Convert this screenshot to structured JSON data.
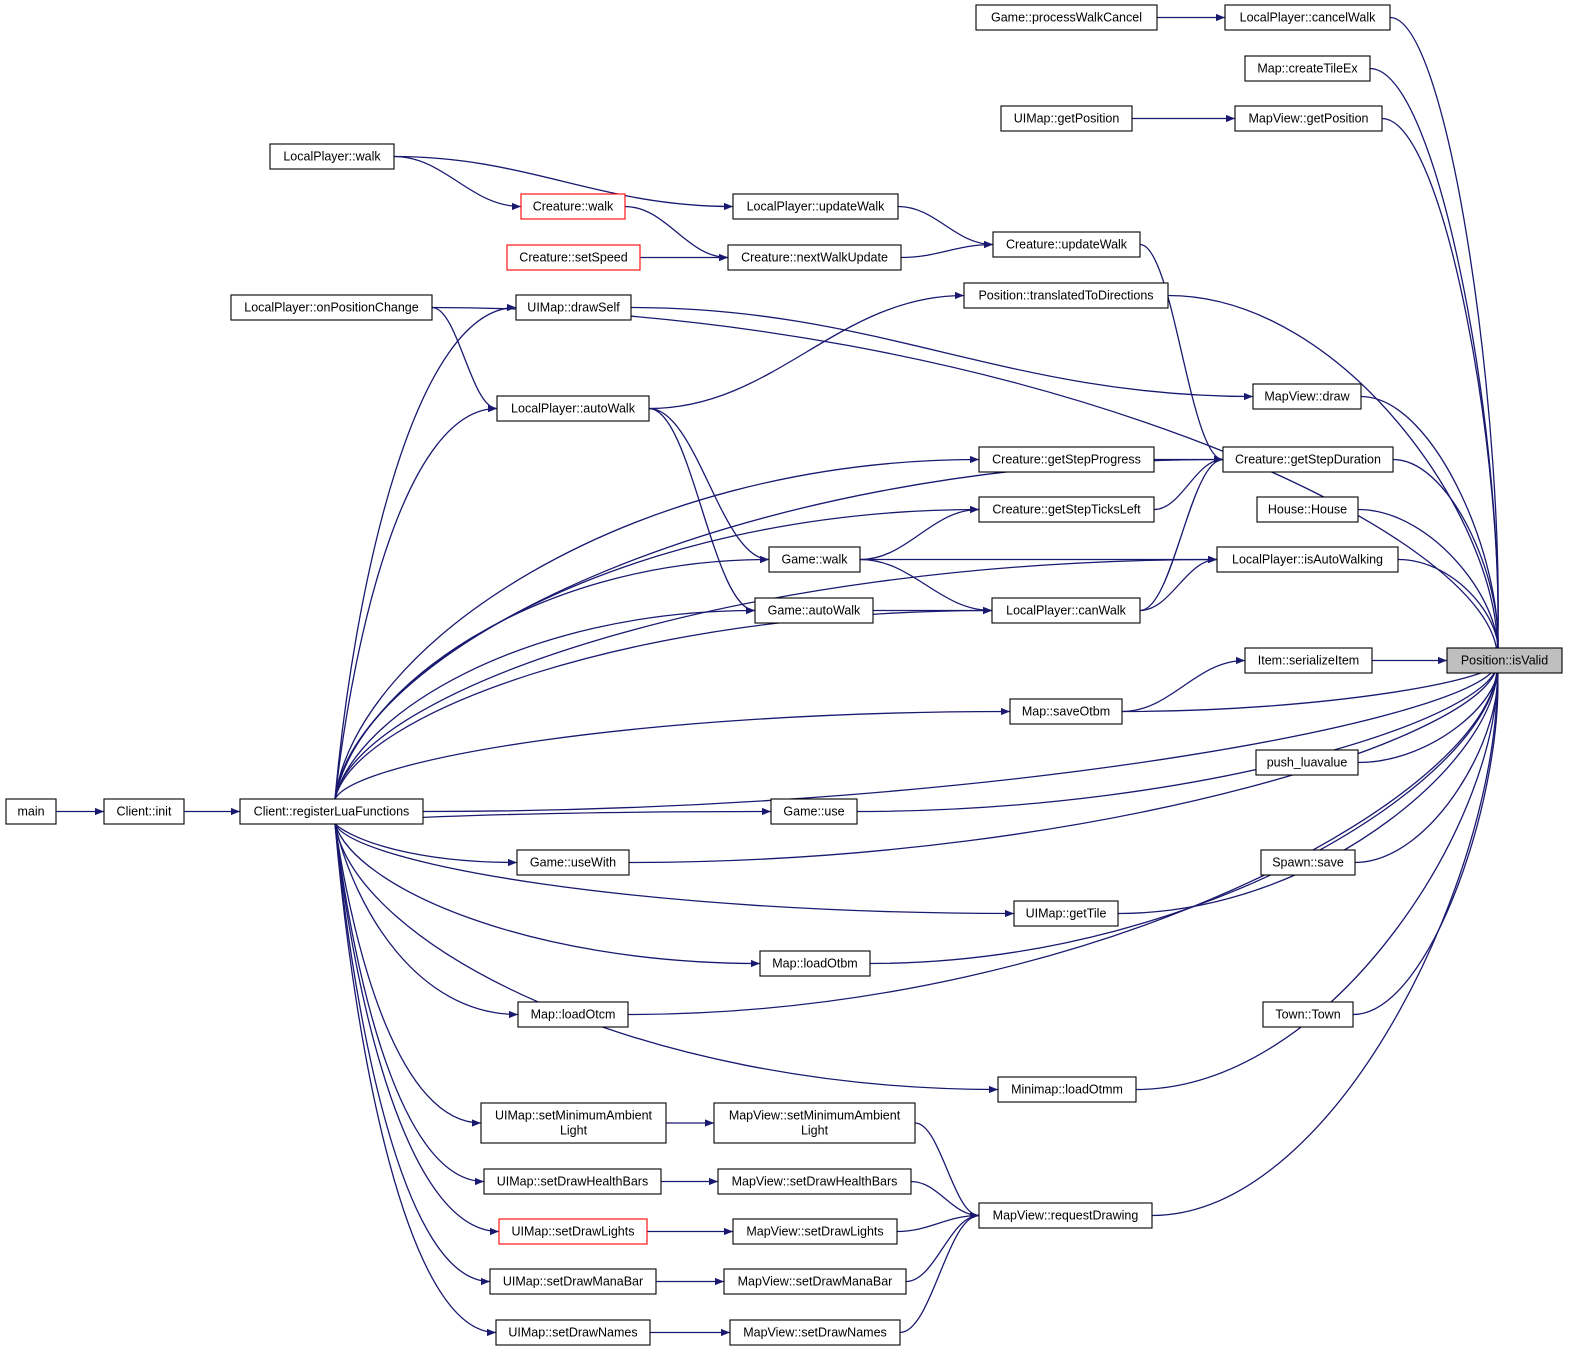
{
  "nodes": [
    {
      "id": "root",
      "lines": [
        "Position::isValid"
      ],
      "style": "root"
    },
    {
      "id": "cancelWalk",
      "lines": [
        "LocalPlayer::cancelWalk"
      ]
    },
    {
      "id": "processWalkCancel",
      "lines": [
        "Game::processWalkCancel"
      ]
    },
    {
      "id": "createTileEx",
      "lines": [
        "Map::createTileEx"
      ]
    },
    {
      "id": "mvGetPosition",
      "lines": [
        "MapView::getPosition"
      ]
    },
    {
      "id": "umGetPosition",
      "lines": [
        "UIMap::getPosition"
      ]
    },
    {
      "id": "lpWalk",
      "lines": [
        "LocalPlayer::walk"
      ]
    },
    {
      "id": "crWalk",
      "lines": [
        "Creature::walk"
      ],
      "style": "red"
    },
    {
      "id": "lpUpdateWalk",
      "lines": [
        "LocalPlayer::updateWalk"
      ]
    },
    {
      "id": "crUpdateWalk",
      "lines": [
        "Creature::updateWalk"
      ]
    },
    {
      "id": "crSetSpeed",
      "lines": [
        "Creature::setSpeed"
      ],
      "style": "red"
    },
    {
      "id": "crNextWalkUpdate",
      "lines": [
        "Creature::nextWalkUpdate"
      ]
    },
    {
      "id": "posTranslated",
      "lines": [
        "Position::translatedToDirections"
      ]
    },
    {
      "id": "lpOnPositionChange",
      "lines": [
        "LocalPlayer::onPositionChange"
      ]
    },
    {
      "id": "umDrawSelf",
      "lines": [
        "UIMap::drawSelf"
      ]
    },
    {
      "id": "mvDraw",
      "lines": [
        "MapView::draw"
      ]
    },
    {
      "id": "lpAutoWalk",
      "lines": [
        "LocalPlayer::autoWalk"
      ]
    },
    {
      "id": "crGetStepProgress",
      "lines": [
        "Creature::getStepProgress"
      ]
    },
    {
      "id": "crGetStepDuration",
      "lines": [
        "Creature::getStepDuration"
      ]
    },
    {
      "id": "crGetStepTicksLeft",
      "lines": [
        "Creature::getStepTicksLeft"
      ]
    },
    {
      "id": "houseHouse",
      "lines": [
        "House::House"
      ]
    },
    {
      "id": "gameWalk",
      "lines": [
        "Game::walk"
      ]
    },
    {
      "id": "lpIsAutoWalking",
      "lines": [
        "LocalPlayer::isAutoWalking"
      ]
    },
    {
      "id": "gameAutoWalk",
      "lines": [
        "Game::autoWalk"
      ]
    },
    {
      "id": "lpCanWalk",
      "lines": [
        "LocalPlayer::canWalk"
      ]
    },
    {
      "id": "itemSerialize",
      "lines": [
        "Item::serializeItem"
      ]
    },
    {
      "id": "mapSaveOtbm",
      "lines": [
        "Map::saveOtbm"
      ]
    },
    {
      "id": "pushLuavalue",
      "lines": [
        "push_luavalue"
      ]
    },
    {
      "id": "main",
      "lines": [
        "main"
      ]
    },
    {
      "id": "clientInit",
      "lines": [
        "Client::init"
      ]
    },
    {
      "id": "registerLua",
      "lines": [
        "Client::registerLuaFunctions"
      ]
    },
    {
      "id": "gameUse",
      "lines": [
        "Game::use"
      ]
    },
    {
      "id": "gameUseWith",
      "lines": [
        "Game::useWith"
      ]
    },
    {
      "id": "spawnSave",
      "lines": [
        "Spawn::save"
      ]
    },
    {
      "id": "umGetTile",
      "lines": [
        "UIMap::getTile"
      ]
    },
    {
      "id": "mapLoadOtbm",
      "lines": [
        "Map::loadOtbm"
      ]
    },
    {
      "id": "mapLoadOtcm",
      "lines": [
        "Map::loadOtcm"
      ]
    },
    {
      "id": "townTown",
      "lines": [
        "Town::Town"
      ]
    },
    {
      "id": "minimapLoadOtmm",
      "lines": [
        "Minimap::loadOtmm"
      ]
    },
    {
      "id": "umSetMinAmbient",
      "lines": [
        "UIMap::setMinimumAmbient",
        "Light"
      ]
    },
    {
      "id": "mvSetMinAmbient",
      "lines": [
        "MapView::setMinimumAmbient",
        "Light"
      ]
    },
    {
      "id": "umSetHealthBars",
      "lines": [
        "UIMap::setDrawHealthBars"
      ]
    },
    {
      "id": "mvSetHealthBars",
      "lines": [
        "MapView::setDrawHealthBars"
      ]
    },
    {
      "id": "mvRequestDrawing",
      "lines": [
        "MapView::requestDrawing"
      ]
    },
    {
      "id": "umSetLights",
      "lines": [
        "UIMap::setDrawLights"
      ],
      "style": "red"
    },
    {
      "id": "mvSetLights",
      "lines": [
        "MapView::setDrawLights"
      ]
    },
    {
      "id": "umSetManaBar",
      "lines": [
        "UIMap::setDrawManaBar"
      ]
    },
    {
      "id": "mvSetManaBar",
      "lines": [
        "MapView::setDrawManaBar"
      ]
    },
    {
      "id": "umSetNames",
      "lines": [
        "UIMap::setDrawNames"
      ]
    },
    {
      "id": "mvSetNames",
      "lines": [
        "MapView::setDrawNames"
      ]
    }
  ],
  "edges": [
    [
      "processWalkCancel",
      "cancelWalk"
    ],
    [
      "cancelWalk",
      "root"
    ],
    [
      "createTileEx",
      "root"
    ],
    [
      "umGetPosition",
      "mvGetPosition"
    ],
    [
      "mvGetPosition",
      "root"
    ],
    [
      "lpWalk",
      "crWalk"
    ],
    [
      "lpWalk",
      "lpUpdateWalk"
    ],
    [
      "crWalk",
      "crNextWalkUpdate"
    ],
    [
      "crSetSpeed",
      "crNextWalkUpdate"
    ],
    [
      "lpUpdateWalk",
      "crUpdateWalk"
    ],
    [
      "crNextWalkUpdate",
      "crUpdateWalk"
    ],
    [
      "crUpdateWalk",
      "crGetStepDuration"
    ],
    [
      "posTranslated",
      "root"
    ],
    [
      "lpOnPositionChange",
      "root"
    ],
    [
      "lpOnPositionChange",
      "lpAutoWalk"
    ],
    [
      "umDrawSelf",
      "mvDraw"
    ],
    [
      "mvDraw",
      "root"
    ],
    [
      "lpAutoWalk",
      "posTranslated"
    ],
    [
      "lpAutoWalk",
      "gameWalk"
    ],
    [
      "lpAutoWalk",
      "gameAutoWalk"
    ],
    [
      "crGetStepProgress",
      "crGetStepDuration"
    ],
    [
      "crGetStepDuration",
      "root"
    ],
    [
      "crGetStepTicksLeft",
      "crGetStepDuration"
    ],
    [
      "houseHouse",
      "root"
    ],
    [
      "gameWalk",
      "crGetStepTicksLeft"
    ],
    [
      "gameWalk",
      "lpIsAutoWalking"
    ],
    [
      "gameWalk",
      "lpCanWalk"
    ],
    [
      "gameAutoWalk",
      "lpCanWalk"
    ],
    [
      "lpCanWalk",
      "crGetStepDuration"
    ],
    [
      "lpCanWalk",
      "lpIsAutoWalking"
    ],
    [
      "lpIsAutoWalking",
      "root"
    ],
    [
      "itemSerialize",
      "root"
    ],
    [
      "mapSaveOtbm",
      "itemSerialize"
    ],
    [
      "mapSaveOtbm",
      "root"
    ],
    [
      "pushLuavalue",
      "root"
    ],
    [
      "main",
      "clientInit"
    ],
    [
      "clientInit",
      "registerLua"
    ],
    [
      "registerLua",
      "umDrawSelf"
    ],
    [
      "registerLua",
      "lpAutoWalk"
    ],
    [
      "registerLua",
      "crGetStepDuration"
    ],
    [
      "registerLua",
      "crGetStepProgress"
    ],
    [
      "registerLua",
      "crGetStepTicksLeft"
    ],
    [
      "registerLua",
      "gameWalk"
    ],
    [
      "registerLua",
      "gameAutoWalk"
    ],
    [
      "registerLua",
      "lpCanWalk"
    ],
    [
      "registerLua",
      "lpIsAutoWalking"
    ],
    [
      "registerLua",
      "mapSaveOtbm"
    ],
    [
      "registerLua",
      "root"
    ],
    [
      "registerLua",
      "gameUse"
    ],
    [
      "registerLua",
      "gameUseWith"
    ],
    [
      "registerLua",
      "umGetTile"
    ],
    [
      "registerLua",
      "mapLoadOtbm"
    ],
    [
      "registerLua",
      "mapLoadOtcm"
    ],
    [
      "registerLua",
      "minimapLoadOtmm"
    ],
    [
      "registerLua",
      "umSetMinAmbient"
    ],
    [
      "registerLua",
      "umSetHealthBars"
    ],
    [
      "registerLua",
      "umSetLights"
    ],
    [
      "registerLua",
      "umSetManaBar"
    ],
    [
      "registerLua",
      "umSetNames"
    ],
    [
      "gameUse",
      "root"
    ],
    [
      "gameUseWith",
      "root"
    ],
    [
      "spawnSave",
      "root"
    ],
    [
      "umGetTile",
      "root"
    ],
    [
      "mapLoadOtbm",
      "root"
    ],
    [
      "mapLoadOtcm",
      "root"
    ],
    [
      "townTown",
      "root"
    ],
    [
      "minimapLoadOtmm",
      "root"
    ],
    [
      "umSetMinAmbient",
      "mvSetMinAmbient"
    ],
    [
      "mvSetMinAmbient",
      "mvRequestDrawing"
    ],
    [
      "umSetHealthBars",
      "mvSetHealthBars"
    ],
    [
      "mvSetHealthBars",
      "mvRequestDrawing"
    ],
    [
      "umSetLights",
      "mvSetLights"
    ],
    [
      "mvSetLights",
      "mvRequestDrawing"
    ],
    [
      "umSetManaBar",
      "mvSetManaBar"
    ],
    [
      "mvSetManaBar",
      "mvRequestDrawing"
    ],
    [
      "umSetNames",
      "mvSetNames"
    ],
    [
      "mvSetNames",
      "mvRequestDrawing"
    ],
    [
      "mvRequestDrawing",
      "root"
    ]
  ],
  "colors": {
    "edge": "#191970",
    "root_fill": "#bfbfbf",
    "red_border": "#ff0000"
  }
}
